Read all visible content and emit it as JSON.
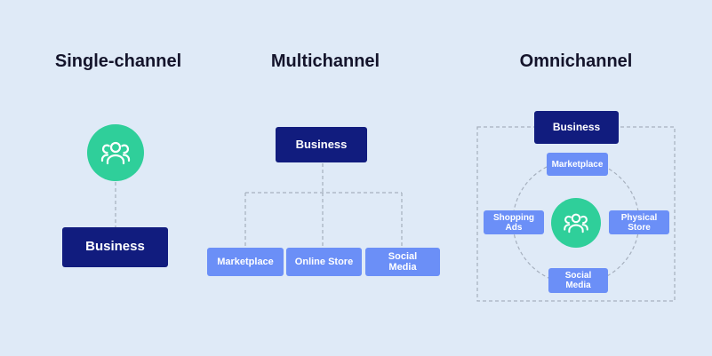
{
  "single": {
    "title": "Single-channel",
    "business": "Business"
  },
  "multi": {
    "title": "Multichannel",
    "business": "Business",
    "channels": [
      "Marketplace",
      "Online Store",
      "Social\nMedia"
    ]
  },
  "omni": {
    "title": "Omnichannel",
    "business": "Business",
    "marketplace": "Marketplace",
    "shopping_ads": "Shopping\nAds",
    "physical_store": "Physical\nStore",
    "social_media": "Social\nMedia"
  },
  "colors": {
    "background": "#dfeaf7",
    "dark_box": "#111c7e",
    "light_box": "#6b8ff7",
    "customer_circle": "#2fcf9a"
  },
  "icons": {
    "customer": "users-icon"
  }
}
